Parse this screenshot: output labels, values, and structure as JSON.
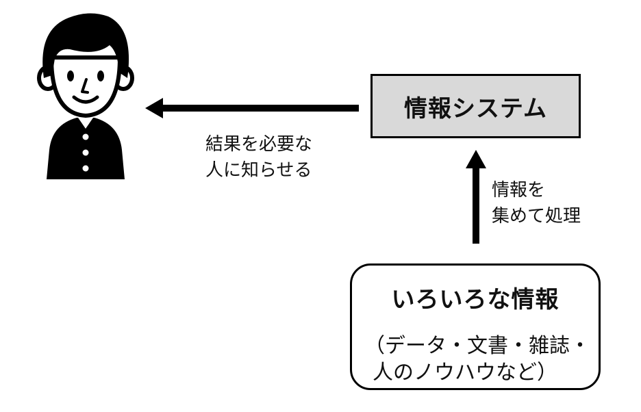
{
  "system_box": {
    "label": "情報システム"
  },
  "info_box": {
    "title": "いろいろな情報",
    "subtitle_line1": "（データ・文書・雑誌・",
    "subtitle_line2": "人のノウハウなど）"
  },
  "arrow_to_person": {
    "line1": "結果を必要な",
    "line2": "人に知らせる"
  },
  "arrow_to_system": {
    "line1": "情報を",
    "line2": "集めて処理"
  },
  "colors": {
    "box_fill": "#d9d9d9",
    "stroke": "#000000"
  }
}
